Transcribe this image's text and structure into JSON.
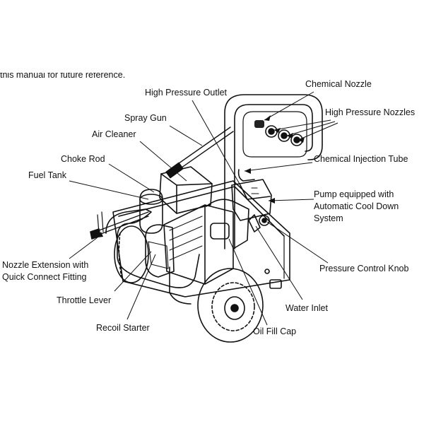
{
  "note_fragment": "this manual for future reference.",
  "labels": {
    "chemical_nozzle": "Chemical Nozzle",
    "high_pressure_outlet": "High Pressure Outlet",
    "high_pressure_nozzles": "High Pressure Nozzles",
    "spray_gun": "Spray Gun",
    "air_cleaner": "Air Cleaner",
    "choke_rod": "Choke Rod",
    "chemical_injection_tube": "Chemical Injection Tube",
    "fuel_tank": "Fuel Tank",
    "pump_line1": "Pump equipped with",
    "pump_line2": "Automatic Cool Down",
    "pump_line3": "System",
    "nozzle_ext_line1": "Nozzle Extension with",
    "nozzle_ext_line2": "Quick Connect Fitting",
    "pressure_control_knob": "Pressure Control Knob",
    "throttle_lever": "Throttle Lever",
    "water_inlet": "Water Inlet",
    "recoil_starter": "Recoil Starter",
    "oil_fill_cap": "Oil Fill Cap"
  },
  "colors": {
    "ink": "#111111",
    "background": "#ffffff"
  }
}
